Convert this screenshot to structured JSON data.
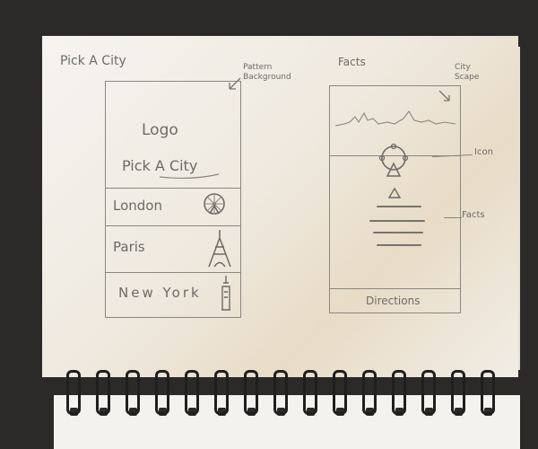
{
  "left_wireframe": {
    "heading": "Pick A City",
    "annotation_background": "Pattern Background",
    "logo_text": "Logo",
    "subtitle": "Pick A City",
    "cities": [
      {
        "name": "London",
        "icon": "london-eye-icon"
      },
      {
        "name": "Paris",
        "icon": "eiffel-tower-icon"
      },
      {
        "name": "New York",
        "icon": "statue-of-liberty-icon"
      }
    ]
  },
  "right_wireframe": {
    "heading": "Facts",
    "annotation_cityscape": "City Scape",
    "annotation_icon": "Icon",
    "annotation_facts": "Facts",
    "footer_button": "Directions",
    "city_icon": "london-eye-icon"
  },
  "colors": {
    "desk": "#2b2a28",
    "paper": "#f6f4f0",
    "pencil": "#6d6a66",
    "spiral": "#1f1f1f"
  }
}
